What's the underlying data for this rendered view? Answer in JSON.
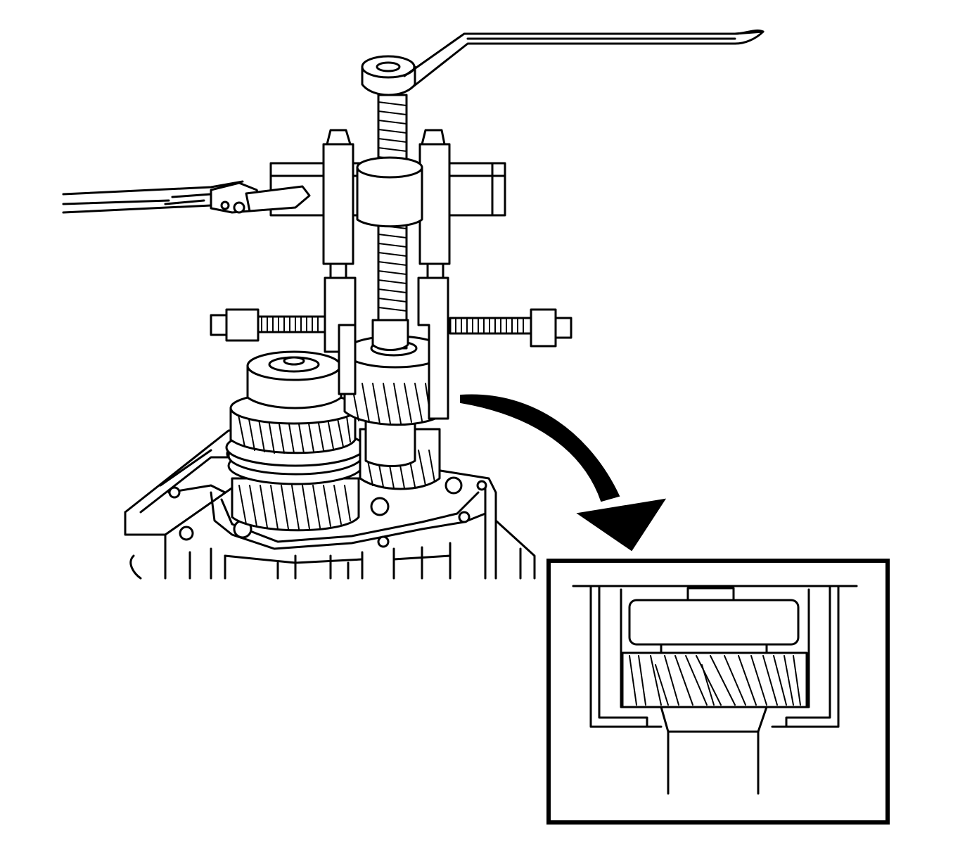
{
  "diagram": {
    "type": "technical-illustration",
    "colors": {
      "line": "#000000",
      "background": "#ffffff"
    },
    "parts": [
      {
        "id": "puller-forcing-screw",
        "label": ""
      },
      {
        "id": "puller-handle-bar",
        "label": ""
      },
      {
        "id": "puller-crossbar",
        "label": ""
      },
      {
        "id": "puller-legs",
        "label": ""
      },
      {
        "id": "bearing-separator",
        "label": ""
      },
      {
        "id": "ratchet-wrench",
        "label": ""
      },
      {
        "id": "countershaft-gear",
        "label": ""
      },
      {
        "id": "mainshaft-gear-cluster",
        "label": ""
      },
      {
        "id": "transmission-case",
        "label": ""
      },
      {
        "id": "callout-arrow",
        "label": ""
      },
      {
        "id": "detail-inset",
        "label": ""
      }
    ]
  }
}
